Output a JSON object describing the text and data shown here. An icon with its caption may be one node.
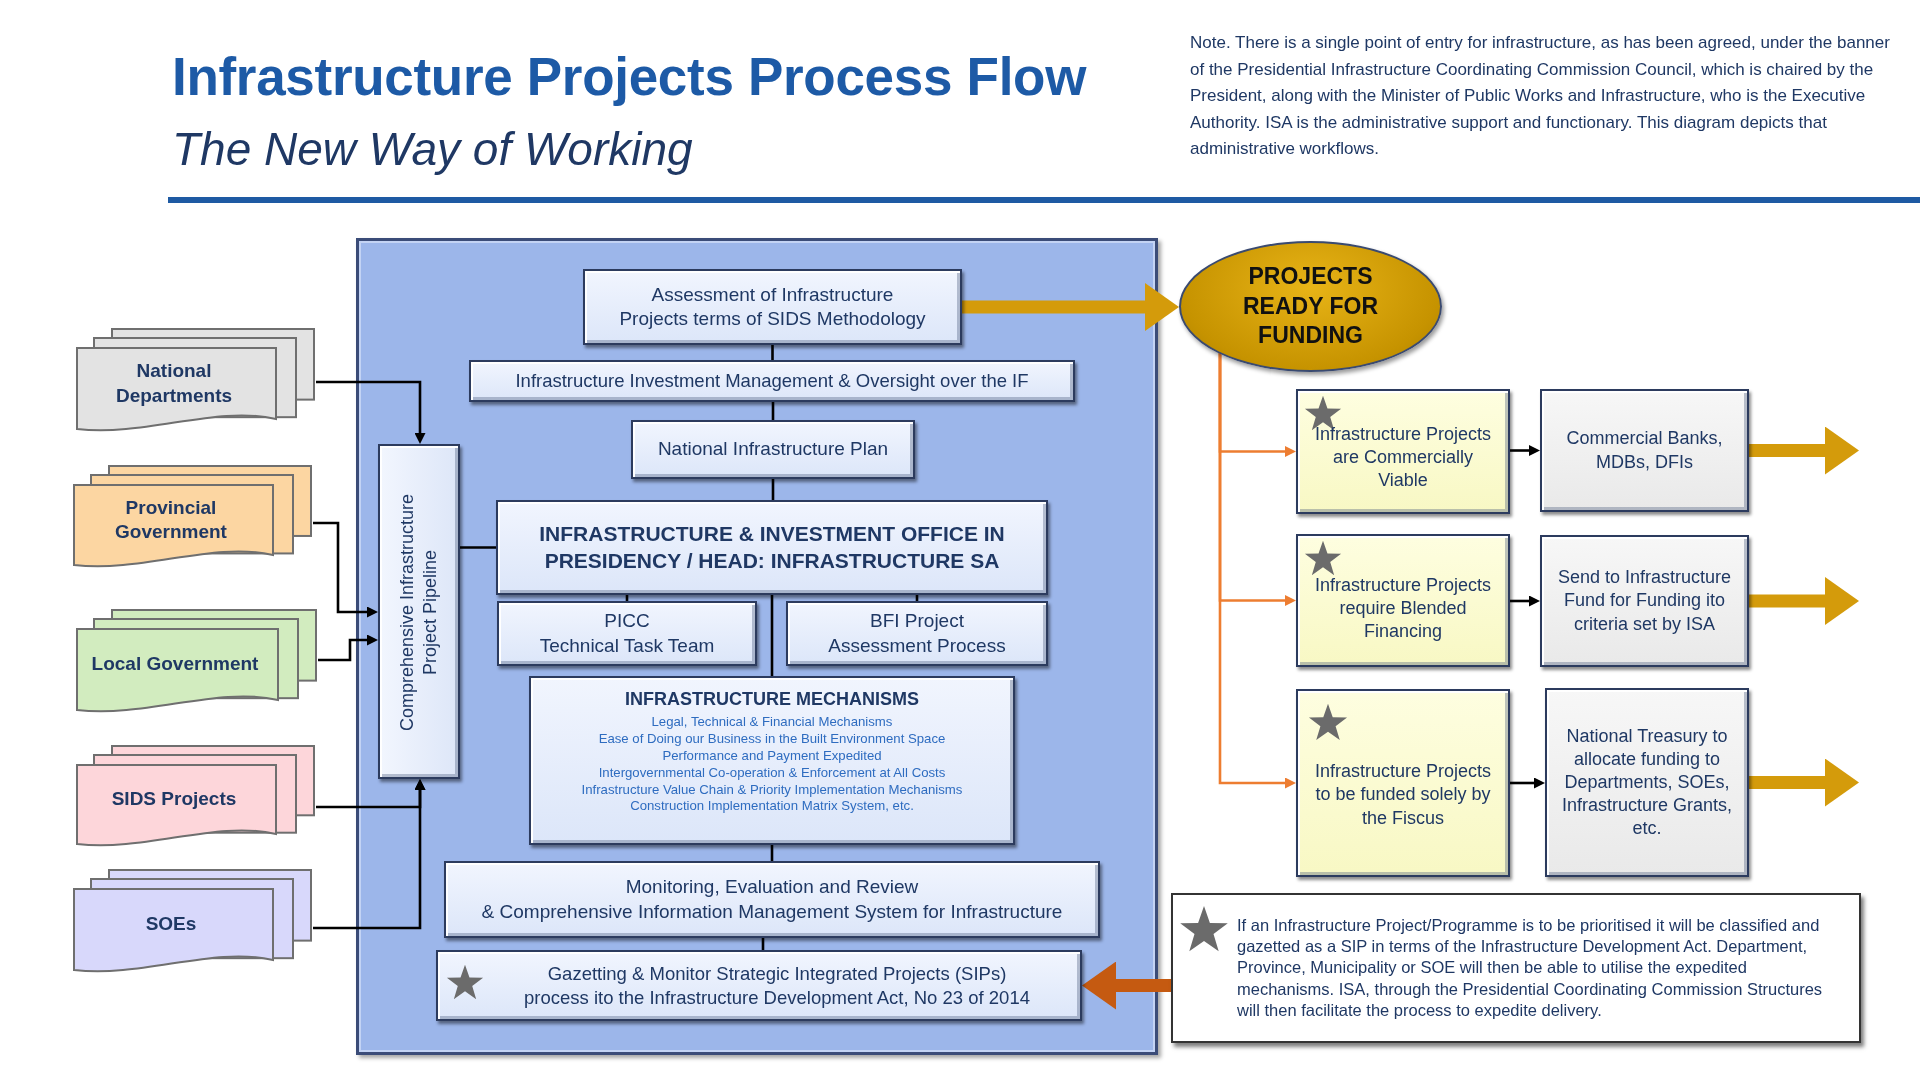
{
  "diagram": {
    "title": "Infrastructure Projects Process Flow",
    "nodes": [
      {
        "text": [
          "National Departments"
        ]
      },
      {
        "text": [
          "Provincial Government"
        ]
      },
      {
        "text": [
          "Local Government"
        ]
      },
      {
        "text": [
          "SIDS Projects"
        ]
      },
      {
        "text": [
          "SOEs"
        ]
      },
      {
        "text": [],
        "shape": "box"
      },
      {
        "text": [
          "Comprehensive Infrastructure Project Pipeline"
        ],
        "in": 5
      },
      {
        "text": [
          "Assessment of Infrastructure Projects terms of SIDS Methodology"
        ],
        "in": 5
      },
      {
        "text": [
          "Infrastructure Investment Management & Oversight over the IF"
        ],
        "in": 5
      },
      {
        "text": [
          "National Infrastructure Plan"
        ],
        "in": 5
      },
      {
        "text": [
          "INFRASTRUCTURE & INVESTMENT OFFICE IN PRESIDENCY / HEAD: INFRASTRUCTURE SA"
        ],
        "in": 5
      },
      {
        "text": [
          "PICC",
          "Technical Task Team"
        ],
        "in": 5
      },
      {
        "text": [
          "BFI Project Assessment Process"
        ],
        "in": 5
      },
      {
        "text": [
          "INFRASTRUCTURE MECHANISMS",
          "Legal, Technical & Financial Mechanisms",
          "Ease of Doing our Business in the Built Environment Space",
          "Performance and Payment Expedited",
          "Intergovernmental Co-operation & Enforcement at All Costs",
          "Infrastructure Value Chain & Priority Implementation Mechanisms",
          "Construction Implementation Matrix System, etc."
        ],
        "in": 5
      },
      {
        "text": [
          "Monitoring, Evaluation and Review",
          "& Comprehensive Information Management System for Infrastructure"
        ],
        "in": 5
      },
      {
        "text": [
          "Gazetting & Monitor Strategic Integrated Projects (SIPs)",
          "process ito the Infrastructure Development Act, No 23 of 2014"
        ],
        "in": 5
      },
      {
        "text": [
          "PROJECTS READY FOR FUNDING"
        ]
      },
      {
        "text": [
          "Infrastructure Projects are Commercially Viable"
        ]
      },
      {
        "text": [
          "Infrastructure Projects require Blended Financing"
        ]
      },
      {
        "text": [
          "Infrastructure Projects to be funded solely by the Fiscus"
        ]
      },
      {
        "text": [
          "Commercial Banks, MDBs, DFIs"
        ]
      },
      {
        "text": [
          "Send to Infrastructure Fund for Funding ito criteria set by ISA"
        ]
      },
      {
        "text": [
          "National Treasury to allocate funding to Departments, SOEs, Infrastructure Grants, etc."
        ]
      },
      {
        "text": [
          "If an Infrastructure Project/Programme is to be prioritised it will be classified and gazetted as a SIP in terms of the Infrastructure Development Act. Department, Province, Municipality or SOE will then be able to utilise the expedited mechanisms. ISA, through the Presidential Coordinating Commission Structures will then facilitate the process to expedite delivery."
        ]
      }
    ],
    "edges": [
      {
        "from": 0,
        "to": 6,
        "arrow": "to"
      },
      {
        "from": 1,
        "to": 6,
        "arrow": "to"
      },
      {
        "from": 2,
        "to": 6,
        "arrow": "to"
      },
      {
        "from": 3,
        "to": 6,
        "arrow": "to"
      },
      {
        "from": 4,
        "to": 6,
        "arrow": "to"
      },
      {
        "from": 6,
        "to": 10,
        "arrow": "none"
      },
      {
        "from": 7,
        "to": 8,
        "arrow": "none"
      },
      {
        "from": 8,
        "to": 9,
        "arrow": "none"
      },
      {
        "from": 9,
        "to": 10,
        "arrow": "none"
      },
      {
        "from": 10,
        "to": 11,
        "arrow": "none"
      },
      {
        "from": 10,
        "to": 12,
        "arrow": "none"
      },
      {
        "from": 10,
        "to": 13,
        "arrow": "none"
      },
      {
        "from": 13,
        "to": 14,
        "arrow": "none"
      },
      {
        "from": 14,
        "to": 15,
        "arrow": "none"
      },
      {
        "from": 7,
        "to": 16,
        "arrow": "to",
        "style": "thick",
        "color": "#d49b0b"
      },
      {
        "from": 16,
        "to": 17,
        "arrow": "to",
        "color": "#ed7d31"
      },
      {
        "from": 16,
        "to": 18,
        "arrow": "to",
        "color": "#ed7d31"
      },
      {
        "from": 16,
        "to": 19,
        "arrow": "to",
        "color": "#ed7d31"
      },
      {
        "from": 17,
        "to": 20,
        "arrow": "to"
      },
      {
        "from": 18,
        "to": 21,
        "arrow": "to"
      },
      {
        "from": 19,
        "to": 22,
        "arrow": "to"
      },
      {
        "from": 20,
        "to": null,
        "arrow": "to",
        "style": "thick",
        "color": "#d49b0b"
      },
      {
        "from": 21,
        "to": null,
        "arrow": "to",
        "style": "thick",
        "color": "#d49b0b"
      },
      {
        "from": 22,
        "to": null,
        "arrow": "to",
        "style": "thick",
        "color": "#d49b0b"
      },
      {
        "from": 23,
        "to": 15,
        "arrow": "to",
        "style": "thick",
        "color": "#c55a11"
      }
    ],
    "labels": [
      "The New Way of Working",
      "Note. There is a single point of entry for infrastructure, as has been agreed, under the banner of the Presidential Infrastructure Coordinating Commission Council, which is chaired by the President, along with the Minister of Public Works and Infrastructure, who is the Executive Authority. ISA is the administrative support and functionary. This diagram depicts that administrative workflows."
    ]
  }
}
